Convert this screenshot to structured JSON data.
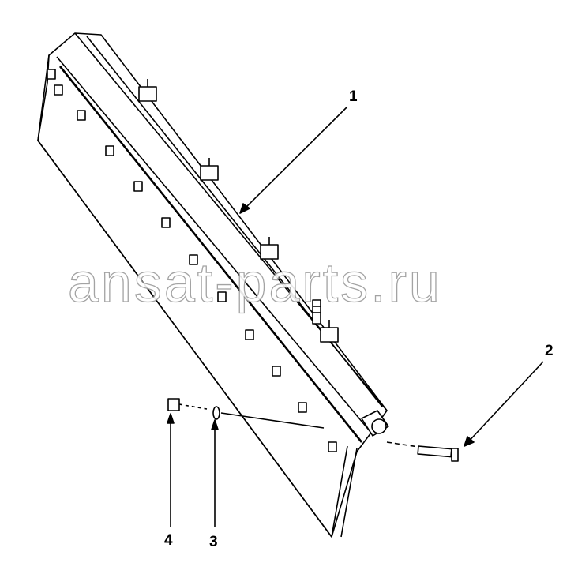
{
  "callouts": {
    "c1": "1",
    "c2": "2",
    "c3": "3",
    "c4": "4"
  },
  "watermark": "ansat-parts.ru",
  "colors": {
    "line": "#000000",
    "fill": "#ffffff",
    "watermark": "#9a9a9a"
  }
}
